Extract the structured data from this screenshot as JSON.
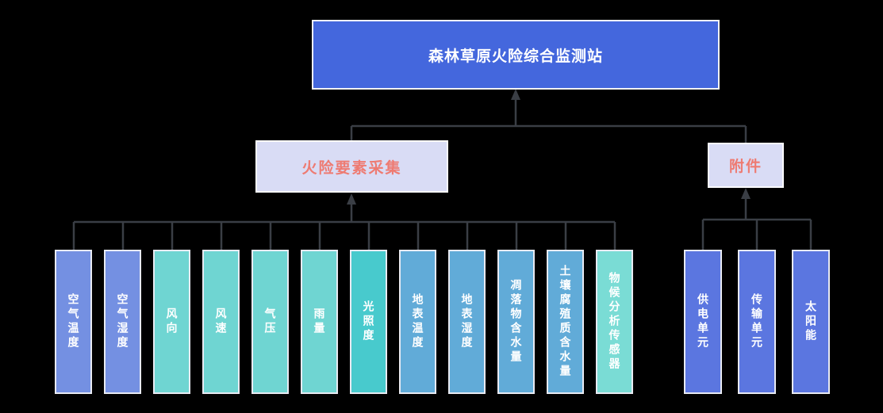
{
  "colors": {
    "background": "#000000",
    "connector": "#3a3e45",
    "root_fill": "#4467dd",
    "root_text": "#ffffff",
    "branch_fill": "#d9dcf5",
    "branch_text": "#ee7b72"
  },
  "root": {
    "label": "森林草原火险综合监测站"
  },
  "groups": [
    {
      "id": "fire-risk-collection",
      "label": "火险要素采集",
      "items": [
        {
          "label": "空气温度",
          "color": "#7490e2"
        },
        {
          "label": "空气湿度",
          "color": "#7490e2"
        },
        {
          "label": "风向",
          "color": "#6fd5d2"
        },
        {
          "label": "风速",
          "color": "#6fd5d2"
        },
        {
          "label": "气压",
          "color": "#6fd5d2"
        },
        {
          "label": "雨量",
          "color": "#6fd5d2"
        },
        {
          "label": "光照度",
          "color": "#48cacd"
        },
        {
          "label": "地表温度",
          "color": "#61abd8"
        },
        {
          "label": "地表湿度",
          "color": "#61abd8"
        },
        {
          "label": "凋落物含水量",
          "color": "#61abd8"
        },
        {
          "label": "土壤腐殖质含水量",
          "color": "#61abd8"
        },
        {
          "label": "物候分析传感器",
          "color": "#7adcd5"
        }
      ]
    },
    {
      "id": "accessories",
      "label": "附件",
      "items": [
        {
          "label": "供电单元",
          "color": "#5b76e0"
        },
        {
          "label": "传输单元",
          "color": "#5b76e0"
        },
        {
          "label": "太阳能",
          "color": "#5b76e0"
        }
      ]
    }
  ]
}
